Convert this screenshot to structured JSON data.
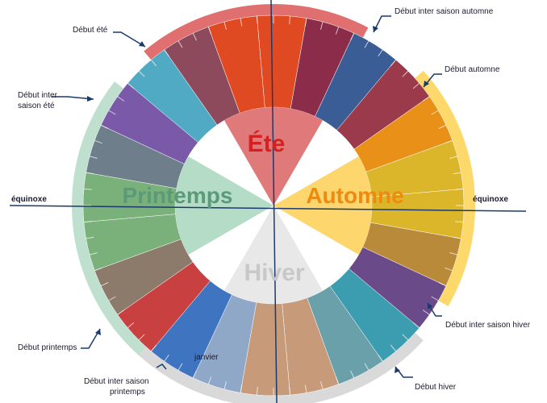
{
  "seasons": {
    "ete": {
      "label": "Éte",
      "color": "#d42020"
    },
    "automne": {
      "label": "Automne",
      "color": "#ef8a10"
    },
    "hiver": {
      "label": "Hiver",
      "color": "#c8c8c8"
    },
    "printemps": {
      "label": "Printemps",
      "color": "#5a9a78"
    }
  },
  "month_label": "janvier",
  "callouts": {
    "debut_ete": "Début été",
    "debut_inter_saison_automne": "Début inter saison automne",
    "debut_automne": "Début automne",
    "debut_inter_saison_ete_line1": "Début inter",
    "debut_inter_saison_ete_line2": "saison été",
    "equinoxe_left": "équinoxe",
    "equinoxe_right": "équinoxe",
    "debut_printemps": "Début printemps",
    "debut_inter_saison_printemps_line1": "Début inter saison",
    "debut_inter_saison_printemps_line2": "printemps",
    "debut_hiver": "Début hiver",
    "debut_inter_saison_hiver": "Début inter saison hiver"
  },
  "colors": {
    "ete_arc": "#e07070",
    "automne_arc": "#fcd96a",
    "hiver_arc": "#d9d9d9",
    "printemps_arc": "#bfe0cf",
    "core_ete": "#e07a7a",
    "core_automne": "#fdd66e",
    "core_hiver": "#e8e8e8",
    "core_printemps": "#b5dcc6",
    "ring_outer": "#000000",
    "axis": "#1a3a6e",
    "leader": "#1a3a6e"
  },
  "segments": [
    {
      "name": "segment-ete-1",
      "color": "#8c4a5c"
    },
    {
      "name": "segment-ete-2",
      "color": "#e04a22"
    },
    {
      "name": "segment-ete-3",
      "color": "#e04a22"
    },
    {
      "name": "segment-ete-4",
      "color": "#8b2c4a"
    },
    {
      "name": "segment-ete-5",
      "color": "#3b5d95"
    },
    {
      "name": "segment-inter-automne",
      "color": "#9b3a4a"
    },
    {
      "name": "segment-automne-1",
      "color": "#e89018"
    },
    {
      "name": "segment-automne-2",
      "color": "#dcb62a"
    },
    {
      "name": "segment-automne-3",
      "color": "#dcb62a"
    },
    {
      "name": "segment-automne-4",
      "color": "#b88a3a"
    },
    {
      "name": "segment-inter-hiver",
      "color": "#6b4a8a"
    },
    {
      "name": "segment-inter-hiver-2",
      "color": "#3c9cb0"
    },
    {
      "name": "segment-hiver-1",
      "color": "#6aa0aa"
    },
    {
      "name": "segment-hiver-2",
      "color": "#c79a7a"
    },
    {
      "name": "segment-hiver-3",
      "color": "#c79a7a"
    },
    {
      "name": "segment-hiver-janvier",
      "color": "#8fa8c8"
    },
    {
      "name": "segment-inter-printemps",
      "color": "#3f74c0"
    },
    {
      "name": "segment-inter-printemps-2",
      "color": "#c84040"
    },
    {
      "name": "segment-printemps-1",
      "color": "#8c7a6a"
    },
    {
      "name": "segment-printemps-2",
      "color": "#7ab07a"
    },
    {
      "name": "segment-printemps-3",
      "color": "#7ab07a"
    },
    {
      "name": "segment-printemps-4",
      "color": "#6e7e8a"
    },
    {
      "name": "segment-inter-ete",
      "color": "#7a5aa8"
    },
    {
      "name": "segment-inter-ete-2",
      "color": "#50aac4"
    }
  ]
}
